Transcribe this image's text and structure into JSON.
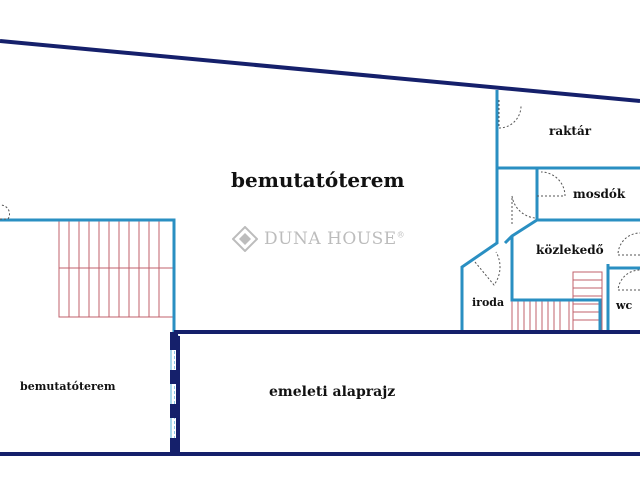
{
  "rooms": {
    "main_showroom": "bemutatóterem",
    "storage": "raktár",
    "washrooms": "mosdók",
    "corridor": "közlekedő",
    "office": "iroda",
    "wc": "wc",
    "lower_showroom": "bemutatóterem"
  },
  "caption": "emeleti alaprajz",
  "watermark": {
    "brand": "DUNA HOUSE",
    "registered_mark": "®"
  },
  "colors": {
    "outer_wall": "#15206b",
    "inner_wall": "#2a8fc2",
    "stairs": "#c0616b",
    "door": "#555555",
    "window": "#8ecbe6"
  }
}
